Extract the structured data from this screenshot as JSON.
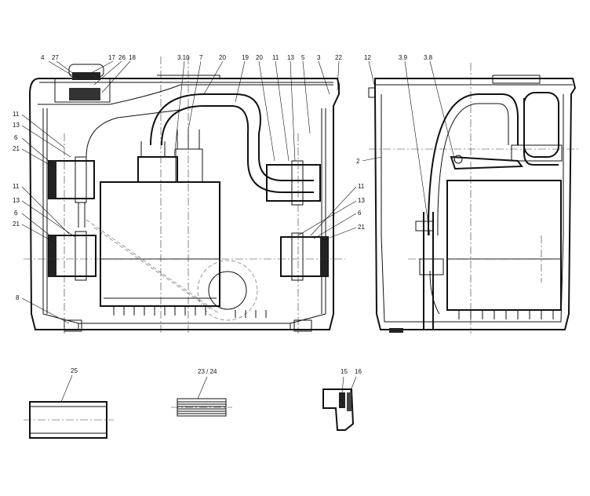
{
  "front_view_labels": {
    "l4": "4",
    "l27": "27",
    "l17": "17",
    "l26": "26",
    "l18": "18",
    "l310": "3.10",
    "l7": "7",
    "l20a": "20",
    "l19": "19",
    "l11t": "11",
    "l20b": "20",
    "l13t": "13",
    "l5": "5",
    "l3": "3",
    "l22": "22",
    "l11a": "11",
    "l13a": "13",
    "l6a": "6",
    "l21a": "21",
    "l11b": "11",
    "l13b": "13",
    "l6b": "6",
    "l21b": "21",
    "l11c": "11",
    "l13c": "13",
    "l6c": "6",
    "l21c": "21",
    "l8": "8"
  },
  "side_view_labels": {
    "l12": "12",
    "l39": "3.9",
    "l38": "3.8",
    "l2": "2"
  },
  "detail_labels": {
    "l25": "25",
    "l2324": "23 / 24",
    "l15": "15",
    "l16": "16"
  }
}
